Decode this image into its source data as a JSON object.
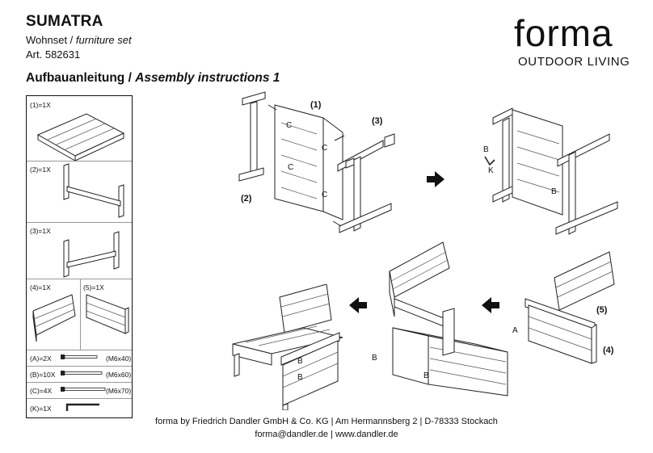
{
  "header": {
    "product": "SUMATRA",
    "subtitle_de": "Wohnset /",
    "subtitle_en": "furniture set",
    "article": "Art. 582631",
    "instructions_de": "Aufbauanleitung /",
    "instructions_en": "Assembly instructions 1"
  },
  "brand": {
    "name": "forma",
    "tagline": "OUTDOOR LIVING"
  },
  "parts": [
    {
      "label": "(1)=1X"
    },
    {
      "label": "(2)=1X"
    },
    {
      "label": "(3)=1X"
    },
    {
      "label": "(4)=1X"
    },
    {
      "label": "(5)=1X"
    }
  ],
  "hardware": [
    {
      "label": "(A)=2X",
      "size": "(M6x40)"
    },
    {
      "label": "(B)=10X",
      "size": "(M6x60)"
    },
    {
      "label": "(C)=4X",
      "size": "(M6x70)"
    },
    {
      "label": "(K)=1X",
      "size": ""
    }
  ],
  "callouts": {
    "part1": "(1)",
    "part2": "(2)",
    "part3": "(3)",
    "part4": "(4)",
    "part5": "(5)",
    "c": "C",
    "b": "B",
    "k": "K",
    "a": "A"
  },
  "footer": {
    "line1": "forma by Friedrich Dandler GmbH & Co. KG | Am Hermannsberg 2 | D-78333 Stockach",
    "line2": "forma@dandler.de | www.dandler.de"
  }
}
